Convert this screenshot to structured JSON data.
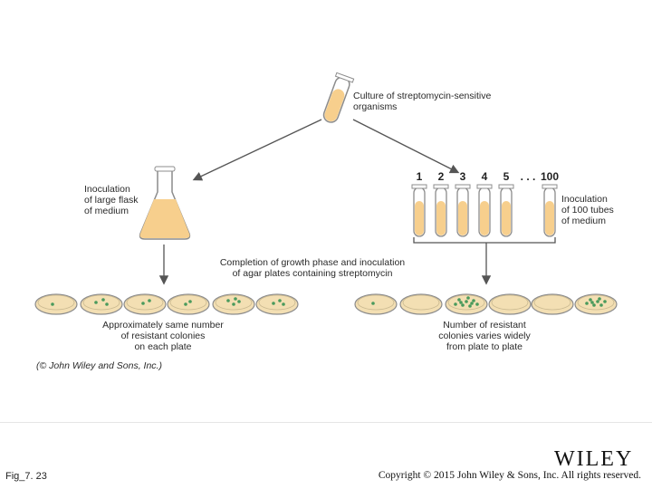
{
  "labels": {
    "culture": "Culture of streptomycin-sensitive\norganisms",
    "flask": "Inoculation\nof large flask\nof medium",
    "tubes_inoc": "Inoculation\nof 100 tubes\nof medium",
    "completion": "Completion of growth phase and inoculation\nof agar plates containing streptomycin",
    "left_result": "Approximately same number\nof resistant colonies\non each plate",
    "right_result": "Number of resistant\ncolonies varies widely\nfrom plate to plate",
    "credit": "(© John Wiley and Sons, Inc.)"
  },
  "tube_numbers": [
    "1",
    "2",
    "3",
    "4",
    "5",
    ". . .",
    "100"
  ],
  "footer": {
    "figure": "Fig_7. 23",
    "copyright": "Copyright © 2015 John Wiley & Sons, Inc. All rights reserved.",
    "logo": "WILEY"
  },
  "colors": {
    "medium": "#f7cf8d",
    "glass": "#8c8c8c",
    "dish": "#f3dfb3",
    "colony": "#4a9a5c",
    "arrow": "#555555"
  }
}
